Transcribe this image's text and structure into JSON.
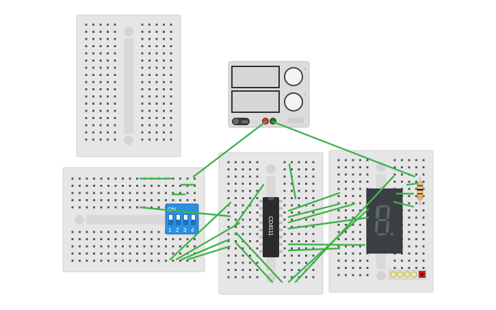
{
  "power_supply": {
    "off_label": "OFF",
    "knob_labels": [
      "Ω",
      "Ω"
    ]
  },
  "dip_switch": {
    "on_label": "ON",
    "numbers": [
      "1",
      "2",
      "3",
      "4"
    ]
  },
  "ic": {
    "part_label": "CD4511"
  },
  "seven_segment": {
    "digit_shown": "8."
  },
  "colors": {
    "breadboard": "#e6e6e6",
    "wire": "#3fb24a",
    "dip_switch": "#2d8fe0",
    "ic_body": "#2b2b2b",
    "display_body": "#3a3f44",
    "power_supply": "#dcdcdc",
    "probe_positive": "#d03a2a",
    "probe_negative": "#2f6b2f"
  }
}
